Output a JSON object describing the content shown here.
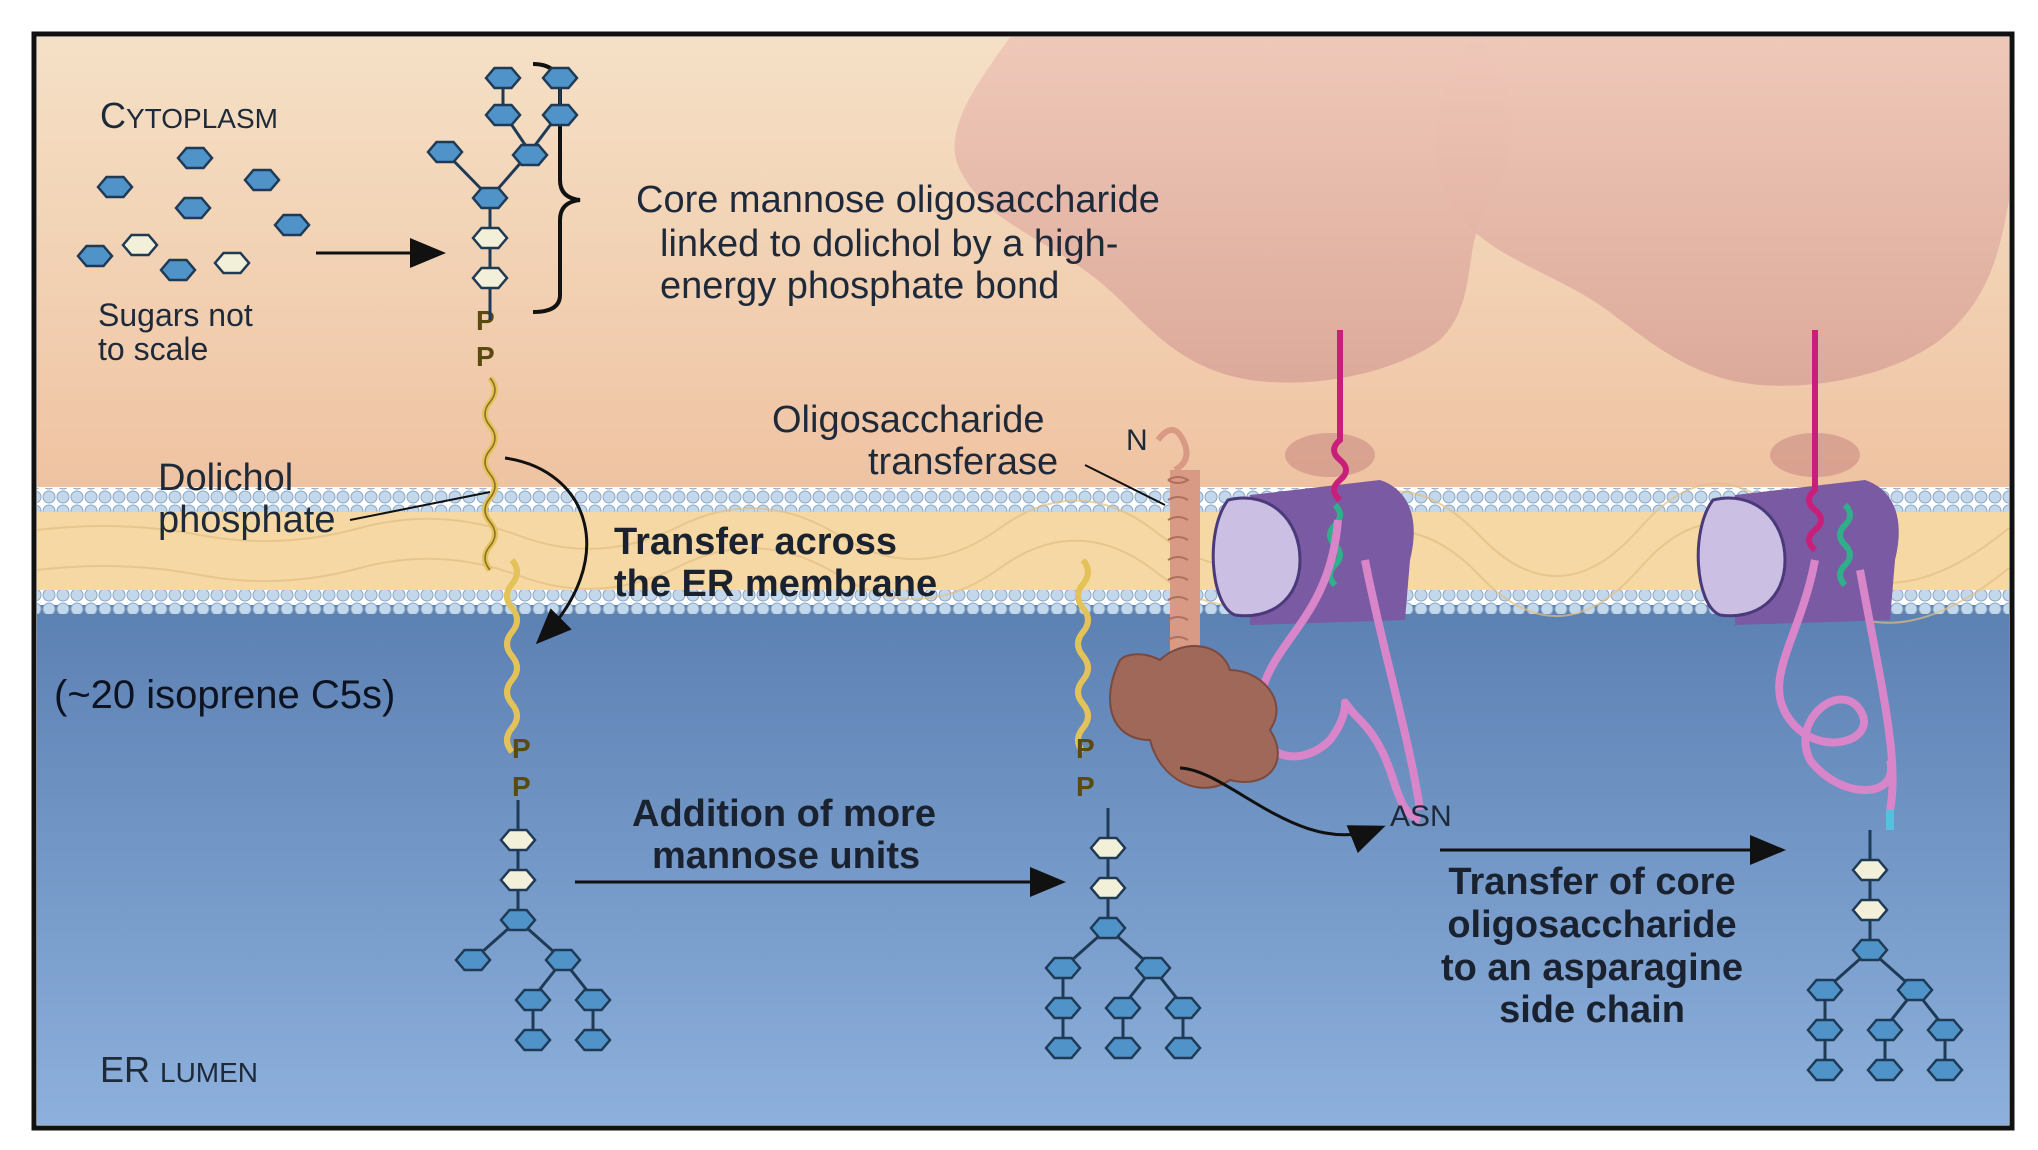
{
  "regions": {
    "cytoplasm_a": "C",
    "cytoplasm_b": "YTOPLASM",
    "lumen_a": "ER ",
    "lumen_b": "LUMEN"
  },
  "labels": {
    "sugars_line1": "Sugars not",
    "sugars_line2": "to scale",
    "core_line1": "Core mannose oligosaccharide",
    "core_line2": "linked to dolichol by a high-",
    "core_line3": "energy phosphate bond",
    "dolichol_line1": "Dolichol",
    "dolichol_line2": "phosphate",
    "isoprene": "(~20 isoprene C5s)",
    "transfer_membrane_line1": "Transfer across",
    "transfer_membrane_line2": "the ER membrane",
    "ost_line1": "Oligosaccharide",
    "ost_line2": "transferase",
    "n_terminus": "N",
    "addition_line1": "Addition of more",
    "addition_line2": "mannose units",
    "asn": "ASN",
    "transfer_core_line1": "Transfer of core",
    "transfer_core_line2": "oligosaccharide",
    "transfer_core_line3": "to an asparagine",
    "transfer_core_line4": "side chain",
    "phosphate": "P"
  },
  "colors": {
    "cytoplasm_top": "#f4dcc0",
    "cytoplasm_bottom": "#f0c8a8",
    "lumen_top": "#5d83b5",
    "lumen_bottom": "#8aaedb",
    "membrane_core": "#f6d9a6",
    "lipid_heads": "#b8cfe6",
    "mannose": "#4f93c9",
    "glcnac": "#f2f0d8",
    "dolichol": "#e3c25a",
    "ribosome": "#e6b3a4",
    "translocon": "#7d5fa6",
    "ost": "#a06858",
    "nascent_chain": "#d985c9"
  }
}
